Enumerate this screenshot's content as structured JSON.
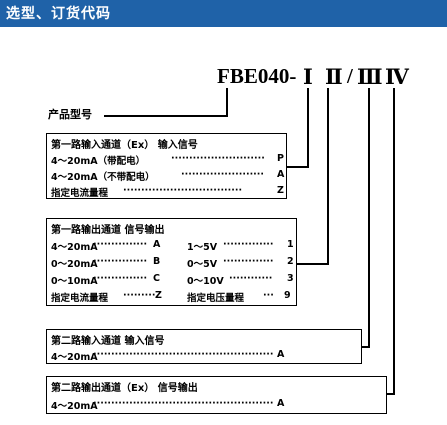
{
  "header": {
    "title": "选型、订货代码"
  },
  "model_code": {
    "prefix": "FBE040-",
    "seg1": "Ⅰ",
    "seg2": "Ⅱ",
    "sep": "/",
    "seg3": "Ⅲ",
    "seg4": "Ⅳ"
  },
  "product_label": "产品型号",
  "box1": {
    "title": "第一路输入通道（Ex）  输入信号",
    "rows": [
      {
        "text": "4～20mA（带配电）",
        "dots": "··························",
        "code": "P"
      },
      {
        "text": "4～20mA（不带配电）",
        "dots": "·······················",
        "code": "A"
      },
      {
        "text": "指定电流量程",
        "dots": "·································",
        "code": "Z"
      }
    ]
  },
  "box2": {
    "title": "第一路输出通道  信号输出",
    "rows": [
      {
        "left": "4～20mA",
        "ldots": "···············",
        "lcode": "A",
        "right": "1～5V",
        "rdots": "··············",
        "rcode": "1"
      },
      {
        "left": "0～20mA",
        "ldots": "···············",
        "lcode": "B",
        "right": "0～5V",
        "rdots": "··············",
        "rcode": "2"
      },
      {
        "left": "0～10mA",
        "ldots": "···············",
        "lcode": "C",
        "right": "0～10V",
        "rdots": "············",
        "rcode": "3"
      },
      {
        "left": "指定电流量程",
        "ldots": "·········",
        "lcode": "Z",
        "right": "指定电压量程",
        "rdots": "···",
        "rcode": "9"
      }
    ]
  },
  "box3": {
    "title": "第二路输入通道  输入信号",
    "rows": [
      {
        "text": "4～20mA",
        "dots": "··················································",
        "code": "A"
      }
    ]
  },
  "box4": {
    "title": "第二路输出通道（Ex）  信号输出",
    "rows": [
      {
        "text": "4～20mA",
        "dots": "··················································",
        "code": "A"
      }
    ]
  }
}
